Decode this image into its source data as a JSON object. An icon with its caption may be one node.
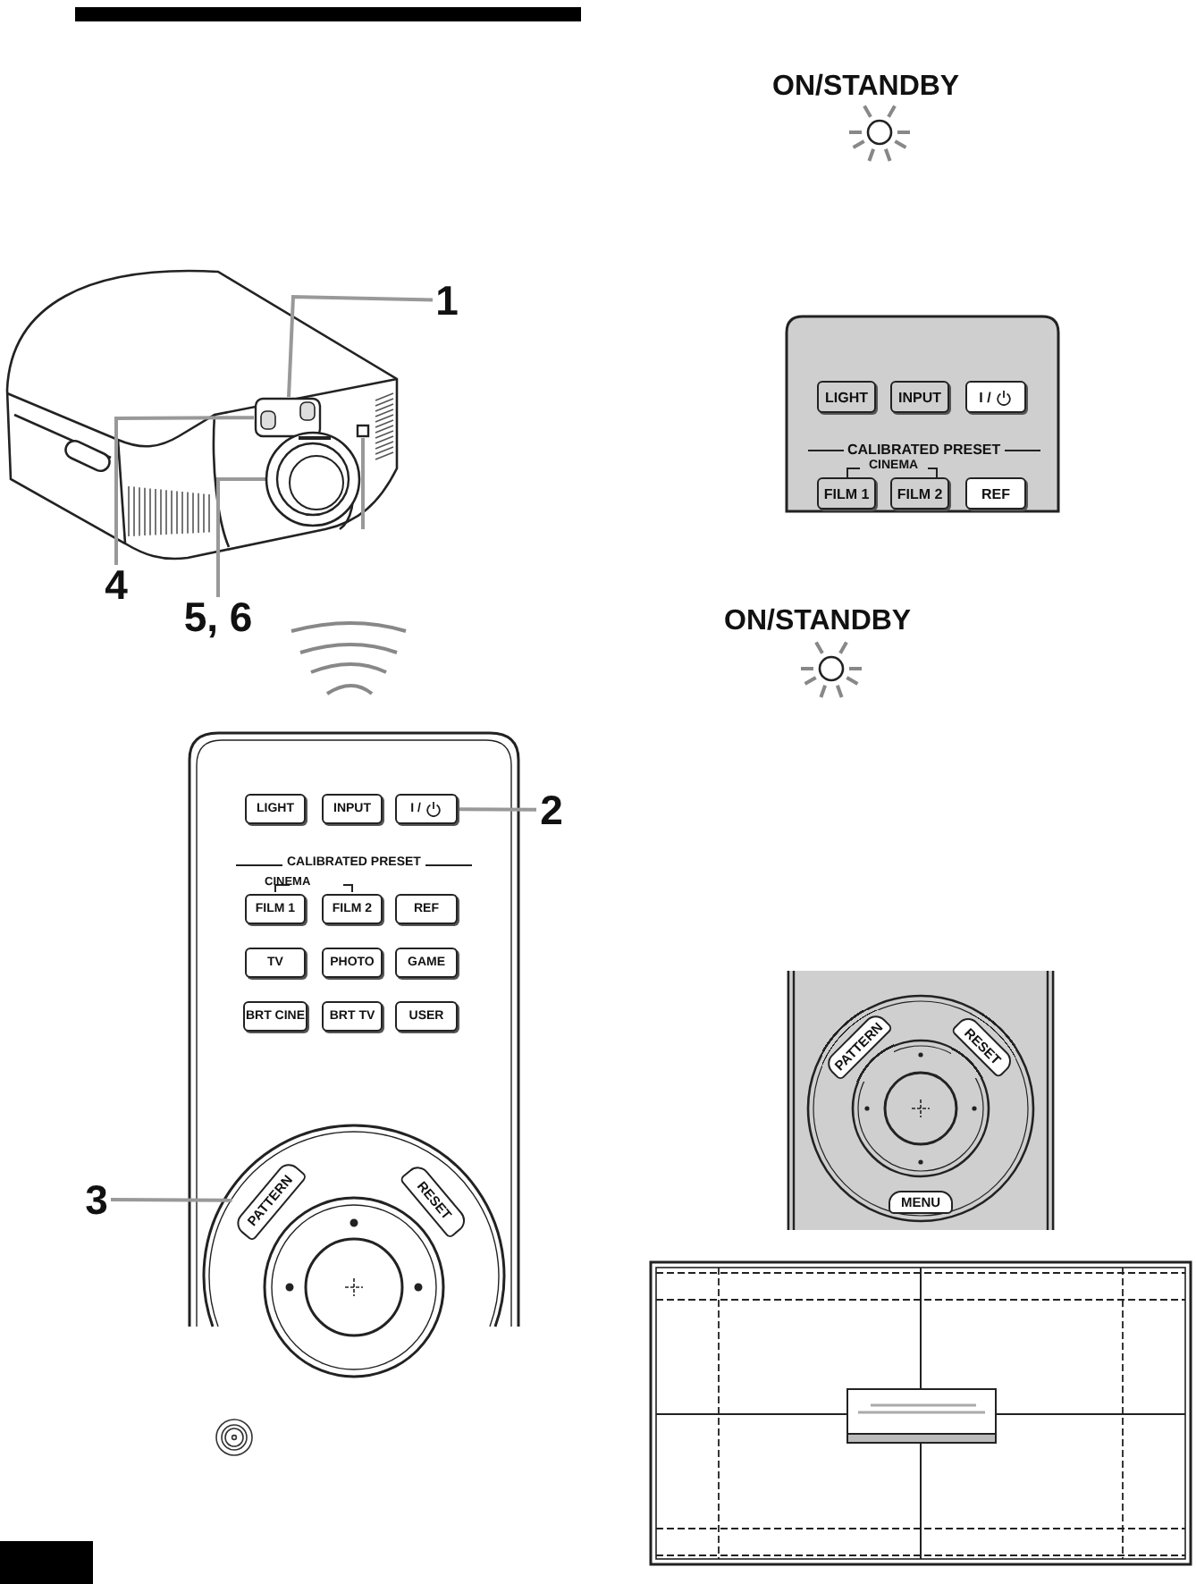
{
  "diagram": {
    "nodes": [
      {
        "text": [
          "1"
        ]
      },
      {
        "text": [
          "4"
        ]
      },
      {
        "text": [
          "5, 6"
        ]
      },
      {
        "text": [],
        "shape": "box"
      },
      {
        "text": [],
        "shape": "circle"
      },
      {
        "text": [
          "LIGHT"
        ]
      },
      {
        "text": [
          "INPUT"
        ]
      },
      {
        "text": [
          "I /"
        ]
      },
      {
        "text": [
          "FILM 1"
        ]
      },
      {
        "text": [
          "FILM 2"
        ]
      },
      {
        "text": [
          "REF"
        ]
      },
      {
        "text": [
          "TV"
        ]
      },
      {
        "text": [
          "PHOTO"
        ]
      },
      {
        "text": [
          "GAME"
        ]
      },
      {
        "text": [
          "BRT CINE"
        ]
      },
      {
        "text": [
          "BRT TV"
        ]
      },
      {
        "text": [
          "USER"
        ]
      },
      {
        "text": [
          "PATTERN"
        ]
      },
      {
        "text": [
          "RESET"
        ]
      },
      {
        "text": [
          "2"
        ]
      },
      {
        "text": [
          "3"
        ]
      },
      {
        "text": [],
        "shape": "box"
      },
      {
        "text": [
          "LIGHT"
        ],
        "in": 21
      },
      {
        "text": [
          "INPUT"
        ],
        "in": 21
      },
      {
        "text": [
          "I /"
        ],
        "in": 21
      },
      {
        "text": [
          "FILM 1"
        ],
        "in": 21
      },
      {
        "text": [
          "FILM 2"
        ],
        "in": 21
      },
      {
        "text": [
          "REF"
        ],
        "in": 21
      },
      {
        "text": [],
        "shape": "box"
      },
      {
        "text": [
          "PATTERN"
        ],
        "in": 28
      },
      {
        "text": [
          "RESET"
        ],
        "in": 28
      },
      {
        "text": [
          "MENU"
        ],
        "in": 28
      },
      {
        "text": [],
        "shape": "box"
      }
    ],
    "edges": [
      {
        "from": 0,
        "to": 3,
        "arrow": "none"
      },
      {
        "from": 1,
        "to": 3,
        "arrow": "none"
      },
      {
        "from": 2,
        "to": 4,
        "arrow": "none"
      },
      {
        "from": 19,
        "to": 7,
        "arrow": "none"
      },
      {
        "from": 20,
        "to": 17,
        "arrow": "none"
      },
      {
        "from": null,
        "to": 32,
        "arrow": "none"
      }
    ],
    "labels": [
      "CALIBRATED PRESET",
      "CINEMA",
      "ON/STANDBY",
      "CALIBRATED PRESET",
      "CINEMA",
      "ON/STANDBY"
    ]
  }
}
